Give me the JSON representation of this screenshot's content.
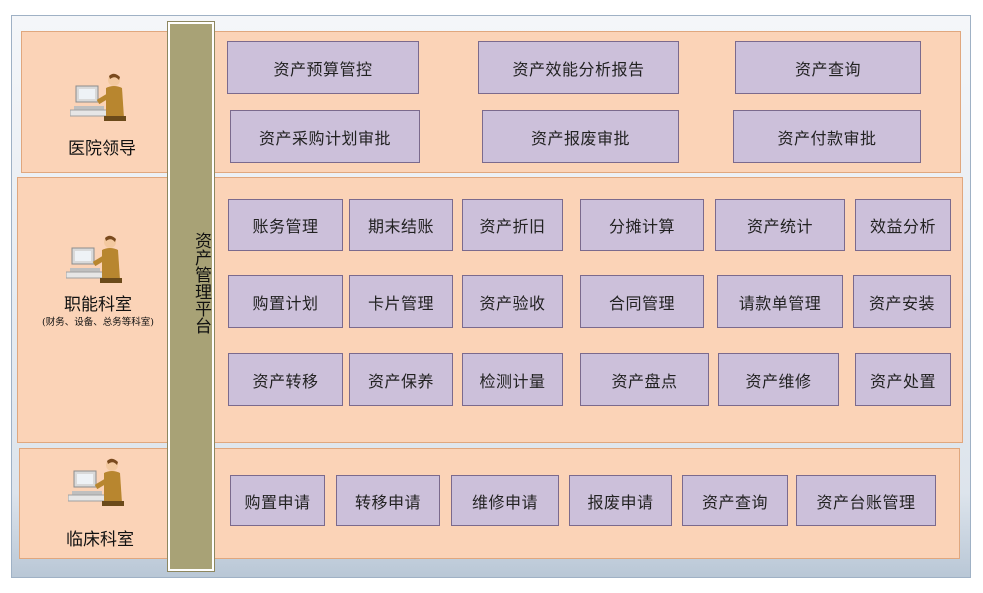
{
  "platform": {
    "label": "资产管理平台"
  },
  "roles": {
    "leadership": {
      "name": "医院领导"
    },
    "functional": {
      "name": "职能科室",
      "sub": "(财务、设备、总务等科室)"
    },
    "clinical": {
      "name": "临床科室"
    }
  },
  "modules": {
    "leadership": [
      "资产预算管控",
      "资产效能分析报告",
      "资产查询",
      "资产采购计划审批",
      "资产报废审批",
      "资产付款审批"
    ],
    "functional": [
      "账务管理",
      "期末结账",
      "资产折旧",
      "分摊计算",
      "资产统计",
      "效益分析",
      "购置计划",
      "卡片管理",
      "资产验收",
      "合同管理",
      "请款单管理",
      "资产安装",
      "资产转移",
      "资产保养",
      "检测计量",
      "资产盘点",
      "资产维修",
      "资产处置"
    ],
    "clinical": [
      "购置申请",
      "转移申请",
      "维修申请",
      "报废申请",
      "资产查询",
      "资产台账管理"
    ]
  },
  "colors": {
    "row_fill": "#fbd3b7",
    "module_fill": "#ccc0da",
    "platform_fill": "#a8a276"
  },
  "icons": {
    "role": "person-at-computer-icon"
  }
}
